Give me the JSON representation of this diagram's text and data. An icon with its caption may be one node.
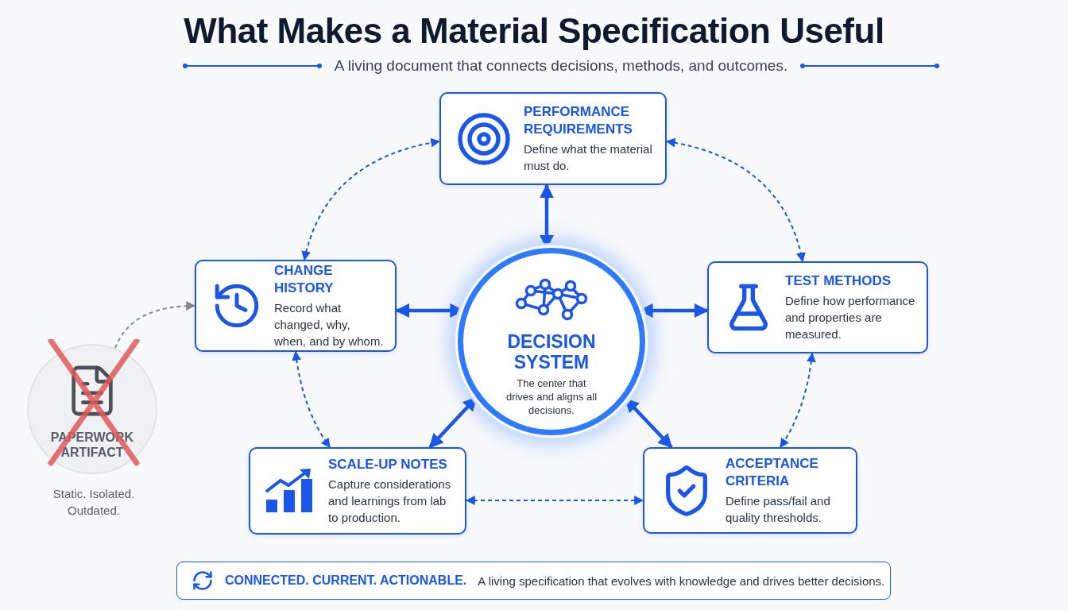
{
  "diagram": {
    "title": "What Makes a Material Specification Useful",
    "caption": "A living document that connects decisions, methods, and outcomes.",
    "nodes": [
      {
        "text": [
          "PERFORMANCE REQUIREMENTS",
          "Define what the material must do."
        ]
      },
      {
        "text": [
          "CHANGE HISTORY",
          "Record what changed, why, when, and by whom."
        ]
      },
      {
        "text": [
          "DECISION SYSTEM",
          "The center that drives and aligns all decisions."
        ]
      },
      {
        "text": [
          "TEST METHODS",
          "Define how performance and properties are measured."
        ]
      },
      {
        "text": [
          "SCALE-UP NOTES",
          "Capture considerations and learnings from lab to production."
        ]
      },
      {
        "text": [
          "ACCEPTANCE CRITERIA",
          "Define pass/fail and quality thresholds."
        ]
      },
      {
        "text": [
          "PAPERWORK ARTIFACT",
          "Static. Isolated. Outdated."
        ]
      },
      {
        "text": [
          "CONNECTED. CURRENT. ACTIONABLE.",
          "A living specification that evolves with knowledge and drives better decisions."
        ]
      }
    ],
    "edges": [
      {
        "from": 0,
        "to": 2,
        "arrow": "both",
        "style": "thick"
      },
      {
        "from": 1,
        "to": 2,
        "arrow": "both",
        "style": "thick"
      },
      {
        "from": 2,
        "to": 3,
        "arrow": "both",
        "style": "thick"
      },
      {
        "from": 4,
        "to": 2,
        "arrow": "both",
        "style": "thick"
      },
      {
        "from": 2,
        "to": 5,
        "arrow": "both",
        "style": "thick"
      },
      {
        "from": 1,
        "to": 0,
        "arrow": "both",
        "style": "dashed"
      },
      {
        "from": 0,
        "to": 3,
        "arrow": "both",
        "style": "dashed"
      },
      {
        "from": 1,
        "to": 4,
        "arrow": "both",
        "style": "dashed"
      },
      {
        "from": 3,
        "to": 5,
        "arrow": "both",
        "style": "dashed"
      },
      {
        "from": 4,
        "to": 5,
        "arrow": "both",
        "style": "dashed"
      },
      {
        "from": 6,
        "to": 1,
        "arrow": "to",
        "style": "dashed",
        "color": "#888888"
      }
    ]
  }
}
